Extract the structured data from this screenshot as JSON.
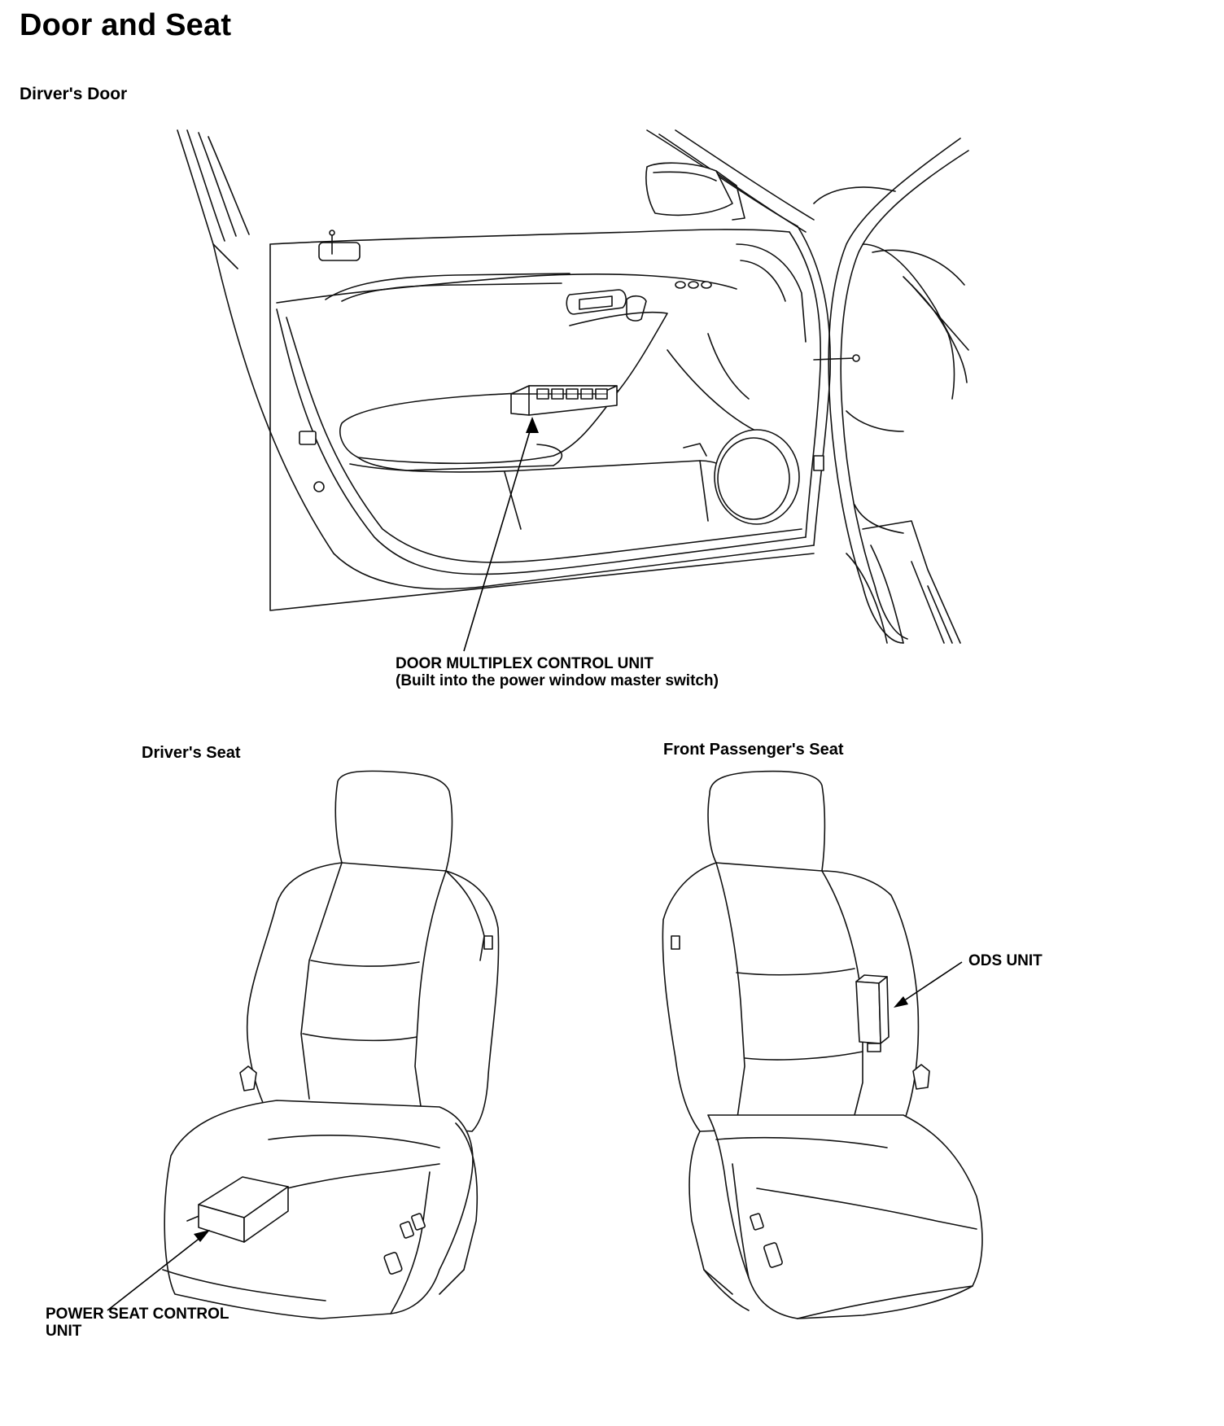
{
  "page": {
    "title": "Door and Seat"
  },
  "driver_door": {
    "section_title": "Dirver's Door",
    "callout_line1": "DOOR MULTIPLEX CONTROL UNIT",
    "callout_line2": "(Built into the power window master switch)"
  },
  "driver_seat": {
    "title": "Driver's Seat",
    "callout_line1": "POWER SEAT CONTROL",
    "callout_line2": "UNIT"
  },
  "passenger_seat": {
    "title": "Front Passenger's Seat",
    "callout": "ODS UNIT"
  }
}
